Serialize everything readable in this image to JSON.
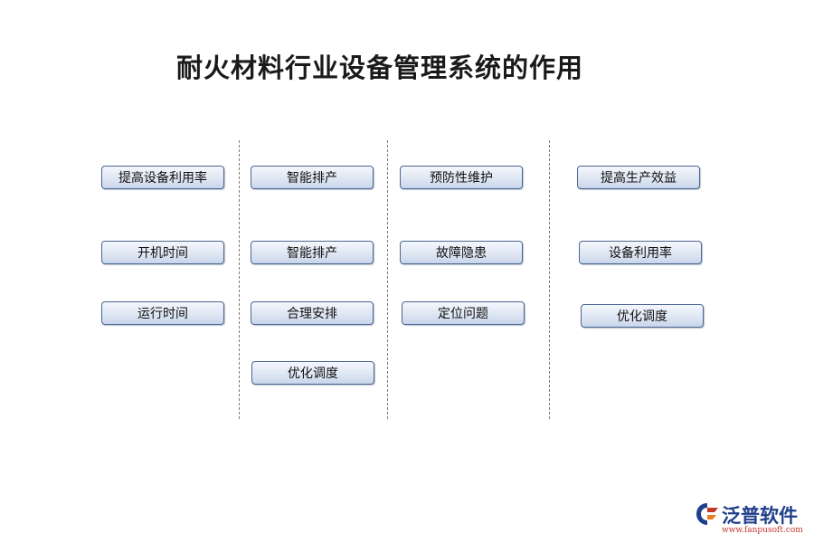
{
  "title": "耐火材料行业设备管理系统的作用",
  "columns": [
    {
      "boxes": [
        "提高设备利用率",
        "开机时间",
        "运行时间"
      ]
    },
    {
      "boxes": [
        "智能排产",
        "智能排产",
        "合理安排",
        "优化调度"
      ]
    },
    {
      "boxes": [
        "预防性维护",
        "故障隐患",
        "定位问题"
      ]
    },
    {
      "boxes": [
        "提高生产效益",
        "设备利用率",
        "优化调度"
      ]
    }
  ],
  "logo": {
    "name": "泛普软件",
    "url": "www.fanpusoft.com"
  },
  "colors": {
    "box_border": "#4a6792",
    "box_fill": "#dfe7f3",
    "logo_blue": "#1f3f8a",
    "logo_red": "#c0392b"
  }
}
